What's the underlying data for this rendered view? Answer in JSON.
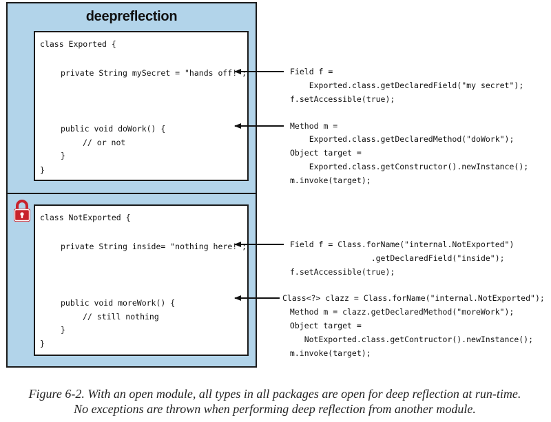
{
  "module": {
    "title": "deepreflection"
  },
  "exported": {
    "class_open": "class Exported {",
    "field": "private String mySecret = \"hands off!\";",
    "method": "public void doWork() {",
    "comment": "// or not",
    "close_inner": "}",
    "close_outer": "}"
  },
  "not_exported": {
    "class_open": "class NotExported {",
    "field": "private String inside= \"nothing here!\";",
    "method": "public void moreWork() {",
    "comment": "// still nothing",
    "close_inner": "}",
    "close_outer": "}"
  },
  "annotations": {
    "a1": [
      "Field f =",
      "    Exported.class.getDeclaredField(\"my secret\");",
      "f.setAccessible(true);"
    ],
    "a2": [
      "Method m =",
      "    Exported.class.getDeclaredMethod(\"doWork\");",
      "Object target =",
      "    Exported.class.getConstructor().newInstance();",
      "m.invoke(target);"
    ],
    "a3": [
      "Field f = Class.forName(\"internal.NotExported\")",
      "                 .getDeclaredField(\"inside\");",
      "f.setAccessible(true);"
    ],
    "a4": [
      "Class<?> clazz = Class.forName(\"internal.NotExported\");",
      " Method m = clazz.getDeclaredMethod(\"moreWork\");",
      " Object target =",
      "    NotExported.class.getContructor().newInstance();",
      " m.invoke(target);"
    ]
  },
  "caption": {
    "line1": "Figure 6-2. With an open module, all types in all packages are open for deep reflection at run-time.",
    "line2": "No exceptions are thrown when performing deep reflection from another module."
  },
  "colors": {
    "module_fill": "#b2d4ea",
    "lock": "#c8232c"
  },
  "icons": {
    "lock": "padlock-icon"
  }
}
